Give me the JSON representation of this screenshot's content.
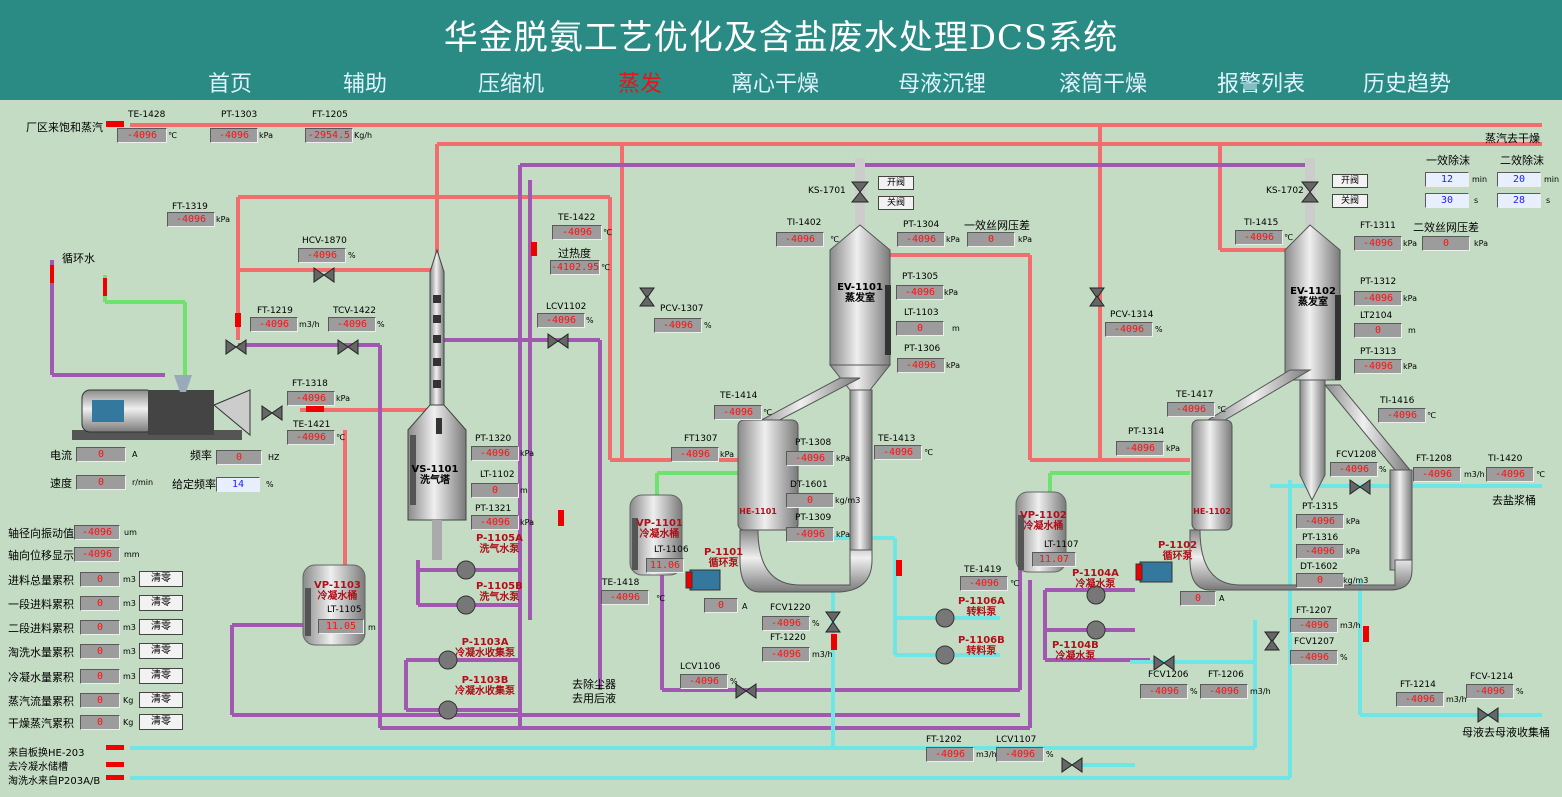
{
  "app": {
    "title": "华金脱氨工艺优化及含盐废水处理DCS系统"
  },
  "nav": [
    "首页",
    "辅助",
    "压缩机",
    "蒸发",
    "离心干燥",
    "母液沉锂",
    "滚筒干燥",
    "报警列表",
    "历史趋势"
  ],
  "colors": {
    "header_bg": "#2a8a84",
    "nav_active": "#e8141a",
    "page_bg": "#c3dcc3",
    "steam_pipe": "#f26e6e",
    "condensate_pipe": "#a058b0",
    "water_pipe": "#6fe6e6",
    "air_pipe": "#6ee26e"
  },
  "labels": {
    "steam_in": "厂区来饱和蒸汽",
    "steam_out": "蒸汽去干燥",
    "circ_water": "循环水",
    "superheat": "过热度",
    "current": "电流",
    "freq": "频率",
    "speed": "速度",
    "set_freq": "给定频率",
    "axial_vib": "轴径向振动值",
    "axial_disp": "轴向位移显示",
    "feed_total": "进料总量累积",
    "feed1": "一段进料累积",
    "feed2": "二段进料累积",
    "wash_total": "淘洗水量累积",
    "cond_total": "冷凝水量累积",
    "steam_total": "蒸汽流量累积",
    "dry_steam_total": "干燥蒸汽累积",
    "clear": "清零",
    "dust": "去除尘器\n去用后液",
    "from_he203": "来自板换HE-203",
    "to_cond_tank": "去冷凝水储槽",
    "wash_from": "淘洗水来自P203A/B",
    "to_salt": "去盐浆桶",
    "to_mother": "母液去母液收集桶",
    "eff1_defoam": "一效除沫",
    "eff2_defoam": "二效除沫",
    "eff1_mesh": "一效丝网压差",
    "eff2_mesh": "二效丝网压差",
    "open_valve": "开阀",
    "close_valve": "关阀"
  },
  "units": {
    "c": "℃",
    "kpa": "kPa",
    "kgh": "Kg/h",
    "m3h": "m3/h",
    "pct": "%",
    "m": "m",
    "A": "A",
    "HZ": "HZ",
    "rmin": "r/min",
    "um": "um",
    "mm": "mm",
    "m3": "m3",
    "Kg": "Kg",
    "kgm3": "kg/m3",
    "min": "min",
    "s": "s"
  },
  "instruments": {
    "TE-1428": "-4096",
    "PT-1303": "-4096",
    "FT-1205": "-2954.5",
    "FT-1319": "-4096",
    "HCV-1870": "-4096",
    "TE-1422": "-4096",
    "superheat": "-4102.95",
    "FT-1219": "-4096",
    "TCV-1422": "-4096",
    "LCV1102": "-4096",
    "PCV-1307": "-4096",
    "FT-1318": "-4096",
    "TE-1421": "-4096",
    "PT-1320": "-4096",
    "LT-1102": "0",
    "PT-1321": "-4096",
    "TI-1402": "-4096",
    "PT-1304": "-4096",
    "eff1_mesh": "0",
    "PT-1305": "-4096",
    "LT-1103": "0",
    "PT-1306": "-4096",
    "TE-1414": "-4096",
    "FT1307": "-4096",
    "PT-1308": "-4096",
    "TE-1413": "-4096",
    "DT-1601": "0",
    "PT-1309": "-4096",
    "LT-1106": "11.06",
    "pump1101": "0",
    "TE-1418": "-4096",
    "FCV1220": "-4096",
    "FT-1220": "-4096",
    "LCV1106": "-4096",
    "LT-1105": "11.05",
    "PCV-1314": "-4096",
    "TI-1415": "-4096",
    "FT-1311": "-4096",
    "eff2_mesh": "0",
    "PT-1312": "-4096",
    "LT2104": "0",
    "PT-1313": "-4096",
    "TE-1417": "-4096",
    "TI-1416": "-4096",
    "PT-1314": "-4096",
    "FCV1208": "-4096",
    "FT-1208": "-4096",
    "TI-1420": "-4096",
    "LT-1107": "11.07",
    "TE-1419": "-4096",
    "PT-1315": "-4096",
    "PT-1316": "-4096",
    "DT-1602": "0",
    "pump1102": "0",
    "FT-1207": "-4096",
    "FCV1207": "-4096",
    "FCV1206": "-4096",
    "FT-1206": "-4096",
    "FT-1214": "-4096",
    "FCV-1214": "-4096",
    "FT-1202": "-4096",
    "LCV1107": "-4096"
  },
  "tag_names": {
    "TE-1428": "TE-1428",
    "PT-1303": "PT-1303",
    "FT-1205": "FT-1205",
    "FT-1319": "FT-1319",
    "HCV-1870": "HCV-1870",
    "TE-1422": "TE-1422",
    "FT-1219": "FT-1219",
    "TCV-1422": "TCV-1422",
    "LCV1102": "LCV1102",
    "PCV-1307": "PCV-1307",
    "FT-1318": "FT-1318",
    "TE-1421": "TE-1421",
    "PT-1320": "PT-1320",
    "LT-1102": "LT-1102",
    "PT-1321": "PT-1321",
    "TI-1402": "TI-1402",
    "PT-1304": "PT-1304",
    "PT-1305": "PT-1305",
    "LT-1103": "LT-1103",
    "PT-1306": "PT-1306",
    "TE-1414": "TE-1414",
    "FT1307": "FT1307",
    "PT-1308": "PT-1308",
    "TE-1413": "TE-1413",
    "DT-1601": "DT-1601",
    "PT-1309": "PT-1309",
    "LT-1106": "LT-1106",
    "TE-1418": "TE-1418",
    "FCV1220": "FCV1220",
    "FT-1220": "FT-1220",
    "LCV1106": "LCV1106",
    "LT-1105": "LT-1105",
    "PCV-1314": "PCV-1314",
    "TI-1415": "TI-1415",
    "FT-1311": "FT-1311",
    "PT-1312": "PT-1312",
    "LT2104": "LT2104",
    "PT-1313": "PT-1313",
    "TE-1417": "TE-1417",
    "TI-1416": "TI-1416",
    "PT-1314": "PT-1314",
    "FCV1208": "FCV1208",
    "FT-1208": "FT-1208",
    "TI-1420": "TI-1420",
    "LT-1107": "LT-1107",
    "TE-1419": "TE-1419",
    "PT-1315": "PT-1315",
    "PT-1316": "PT-1316",
    "DT-1602": "DT-1602",
    "FT-1207": "FT-1207",
    "FCV1207": "FCV1207",
    "FCV1206": "FCV1206",
    "FT-1206": "FT-1206",
    "FT-1214": "FT-1214",
    "FCV-1214": "FCV-1214",
    "FT-1202": "FT-1202",
    "LCV1107": "LCV1107",
    "KS-1701": "KS-1701",
    "KS-1702": "KS-1702"
  },
  "motor": {
    "current": "0",
    "freq": "0",
    "speed": "0",
    "set_freq": "14"
  },
  "vibration": {
    "axial_vib": "-4096",
    "axial_disp": "-4096"
  },
  "totals": {
    "feed_total": "0",
    "feed1": "0",
    "feed2": "0",
    "wash_total": "0",
    "cond_total": "0",
    "steam_total": "0",
    "dry_steam_total": "0"
  },
  "defoam": {
    "eff1_min": "12",
    "eff1_s": "30",
    "eff2_min": "20",
    "eff2_s": "28"
  },
  "equipment": {
    "vs1101": "VS-1101\n洗气塔",
    "ev1101": "EV-1101\n蒸发室",
    "ev1102": "EV-1102\n蒸发室",
    "he1101": "HE-1101",
    "he1102": "HE-1102",
    "vp1101": "VP-1101\n冷凝水桶",
    "vp1102": "VP-1102\n冷凝水桶",
    "vp1103": "VP-1103\n冷凝水桶",
    "p1101": "P-1101\n循环泵",
    "p1102": "P-1102\n循环泵",
    "p1105a": "P-1105A\n洗气水泵",
    "p1105b": "P-1105B\n洗气水泵",
    "p1103a": "P-1103A\n冷凝水收集泵",
    "p1103b": "P-1103B\n冷凝水收集泵",
    "p1106a": "P-1106A\n转料泵",
    "p1106b": "P-1106B\n转料泵",
    "p1104a": "P-1104A\n冷凝水泵",
    "p1104b": "P-1104B\n冷凝水泵"
  }
}
